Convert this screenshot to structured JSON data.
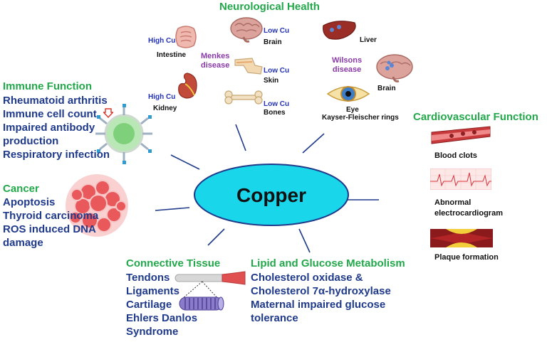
{
  "center": {
    "label": "Copper"
  },
  "neuro": {
    "title": "Neurological Health",
    "intestine": {
      "level": "High Cu",
      "organ": "Intestine"
    },
    "kidney": {
      "level": "High Cu",
      "organ": "Kidney"
    },
    "menkes": {
      "name": "Menkes\ndisease"
    },
    "brain": {
      "level": "Low Cu",
      "organ": "Brain"
    },
    "skin": {
      "level": "Low Cu",
      "organ": "Skin"
    },
    "bones": {
      "level": "Low Cu",
      "organ": "Bones"
    },
    "wilsons": {
      "name": "Wilsons\ndisease"
    },
    "liver": {
      "organ": "Liver"
    },
    "brain2": {
      "organ": "Brain"
    },
    "eye": {
      "organ": "Eye",
      "detail": "Kayser-Fleischer rings"
    }
  },
  "immune": {
    "title": "Immune Function",
    "items": [
      "Rheumatoid arthritis",
      "Immune cell count",
      "Impaired antibody",
      "production",
      "Respiratory infection"
    ]
  },
  "cancer": {
    "title": "Cancer",
    "items": [
      "Apoptosis",
      "Thyroid carcinoma",
      "ROS induced DNA",
      "damage"
    ]
  },
  "connective": {
    "title": "Connective Tissue",
    "items": [
      "Tendons",
      "Ligaments",
      "Cartilage",
      "Ehlers Danlos",
      "Syndrome"
    ]
  },
  "lipid": {
    "title": "Lipid and Glucose Metabolism",
    "items": [
      "Cholesterol oxidase &",
      "Cholesterol 7α-hydroxylase",
      "Maternal impaired glucose",
      "tolerance"
    ]
  },
  "cardio": {
    "title": "Cardiovascular Function",
    "clots": "Blood clots",
    "ecg": "Abnormal\nelectrocardiogram",
    "plaque": "Plaque formation"
  },
  "colors": {
    "section_title": "#22a84a",
    "item_text": "#1f3a8a",
    "copper_fill": "#19d6ea",
    "copper_stroke": "#1f3a8a",
    "level_text": "#2432b8",
    "disease_text": "#8a3aa8"
  }
}
